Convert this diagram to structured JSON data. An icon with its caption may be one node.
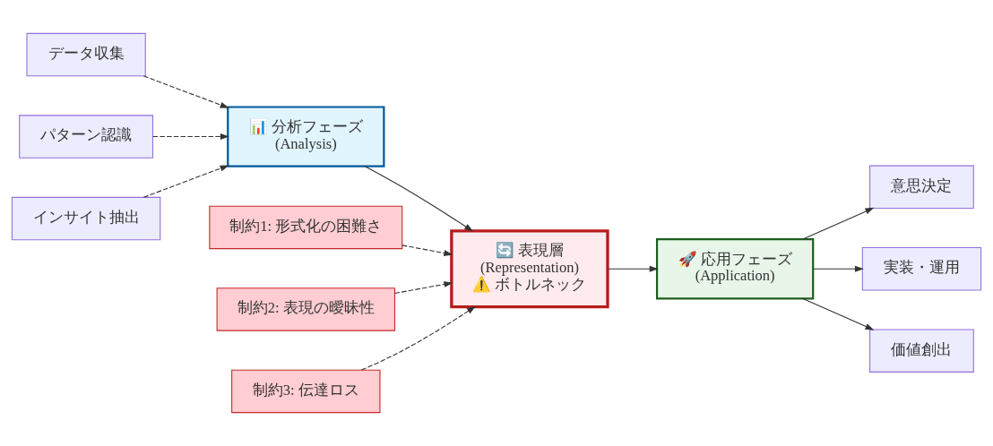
{
  "diagram": {
    "nodes": [
      {
        "text": [
          "データ収集"
        ]
      },
      {
        "text": [
          "パターン認識"
        ]
      },
      {
        "text": [
          "インサイト抽出"
        ]
      },
      {
        "text": [
          "📊 分析フェーズ",
          "(Analysis)"
        ]
      },
      {
        "text": [
          "制約1: 形式化の困難さ"
        ]
      },
      {
        "text": [
          "制約2: 表現の曖昧性"
        ]
      },
      {
        "text": [
          "制約3: 伝達ロス"
        ]
      },
      {
        "text": [
          "🔄 表現層",
          "(Representation)",
          "⚠️ ボトルネック"
        ]
      },
      {
        "text": [
          "🚀 応用フェーズ",
          "(Application)"
        ]
      },
      {
        "text": [
          "意思決定"
        ]
      },
      {
        "text": [
          "実装・運用"
        ]
      },
      {
        "text": [
          "価値創出"
        ]
      }
    ],
    "edges": [
      {
        "from": 0,
        "to": 3,
        "arrow": "to",
        "style": "dashed"
      },
      {
        "from": 1,
        "to": 3,
        "arrow": "to",
        "style": "dashed"
      },
      {
        "from": 2,
        "to": 3,
        "arrow": "to",
        "style": "dashed"
      },
      {
        "from": 3,
        "to": 7,
        "arrow": "to"
      },
      {
        "from": 4,
        "to": 7,
        "arrow": "to",
        "style": "dashed"
      },
      {
        "from": 5,
        "to": 7,
        "arrow": "to",
        "style": "dashed"
      },
      {
        "from": 6,
        "to": 7,
        "arrow": "to",
        "style": "dashed"
      },
      {
        "from": 7,
        "to": 8,
        "arrow": "to"
      },
      {
        "from": 8,
        "to": 9,
        "arrow": "to"
      },
      {
        "from": 8,
        "to": 10,
        "arrow": "to"
      },
      {
        "from": 8,
        "to": 11,
        "arrow": "to"
      }
    ]
  }
}
